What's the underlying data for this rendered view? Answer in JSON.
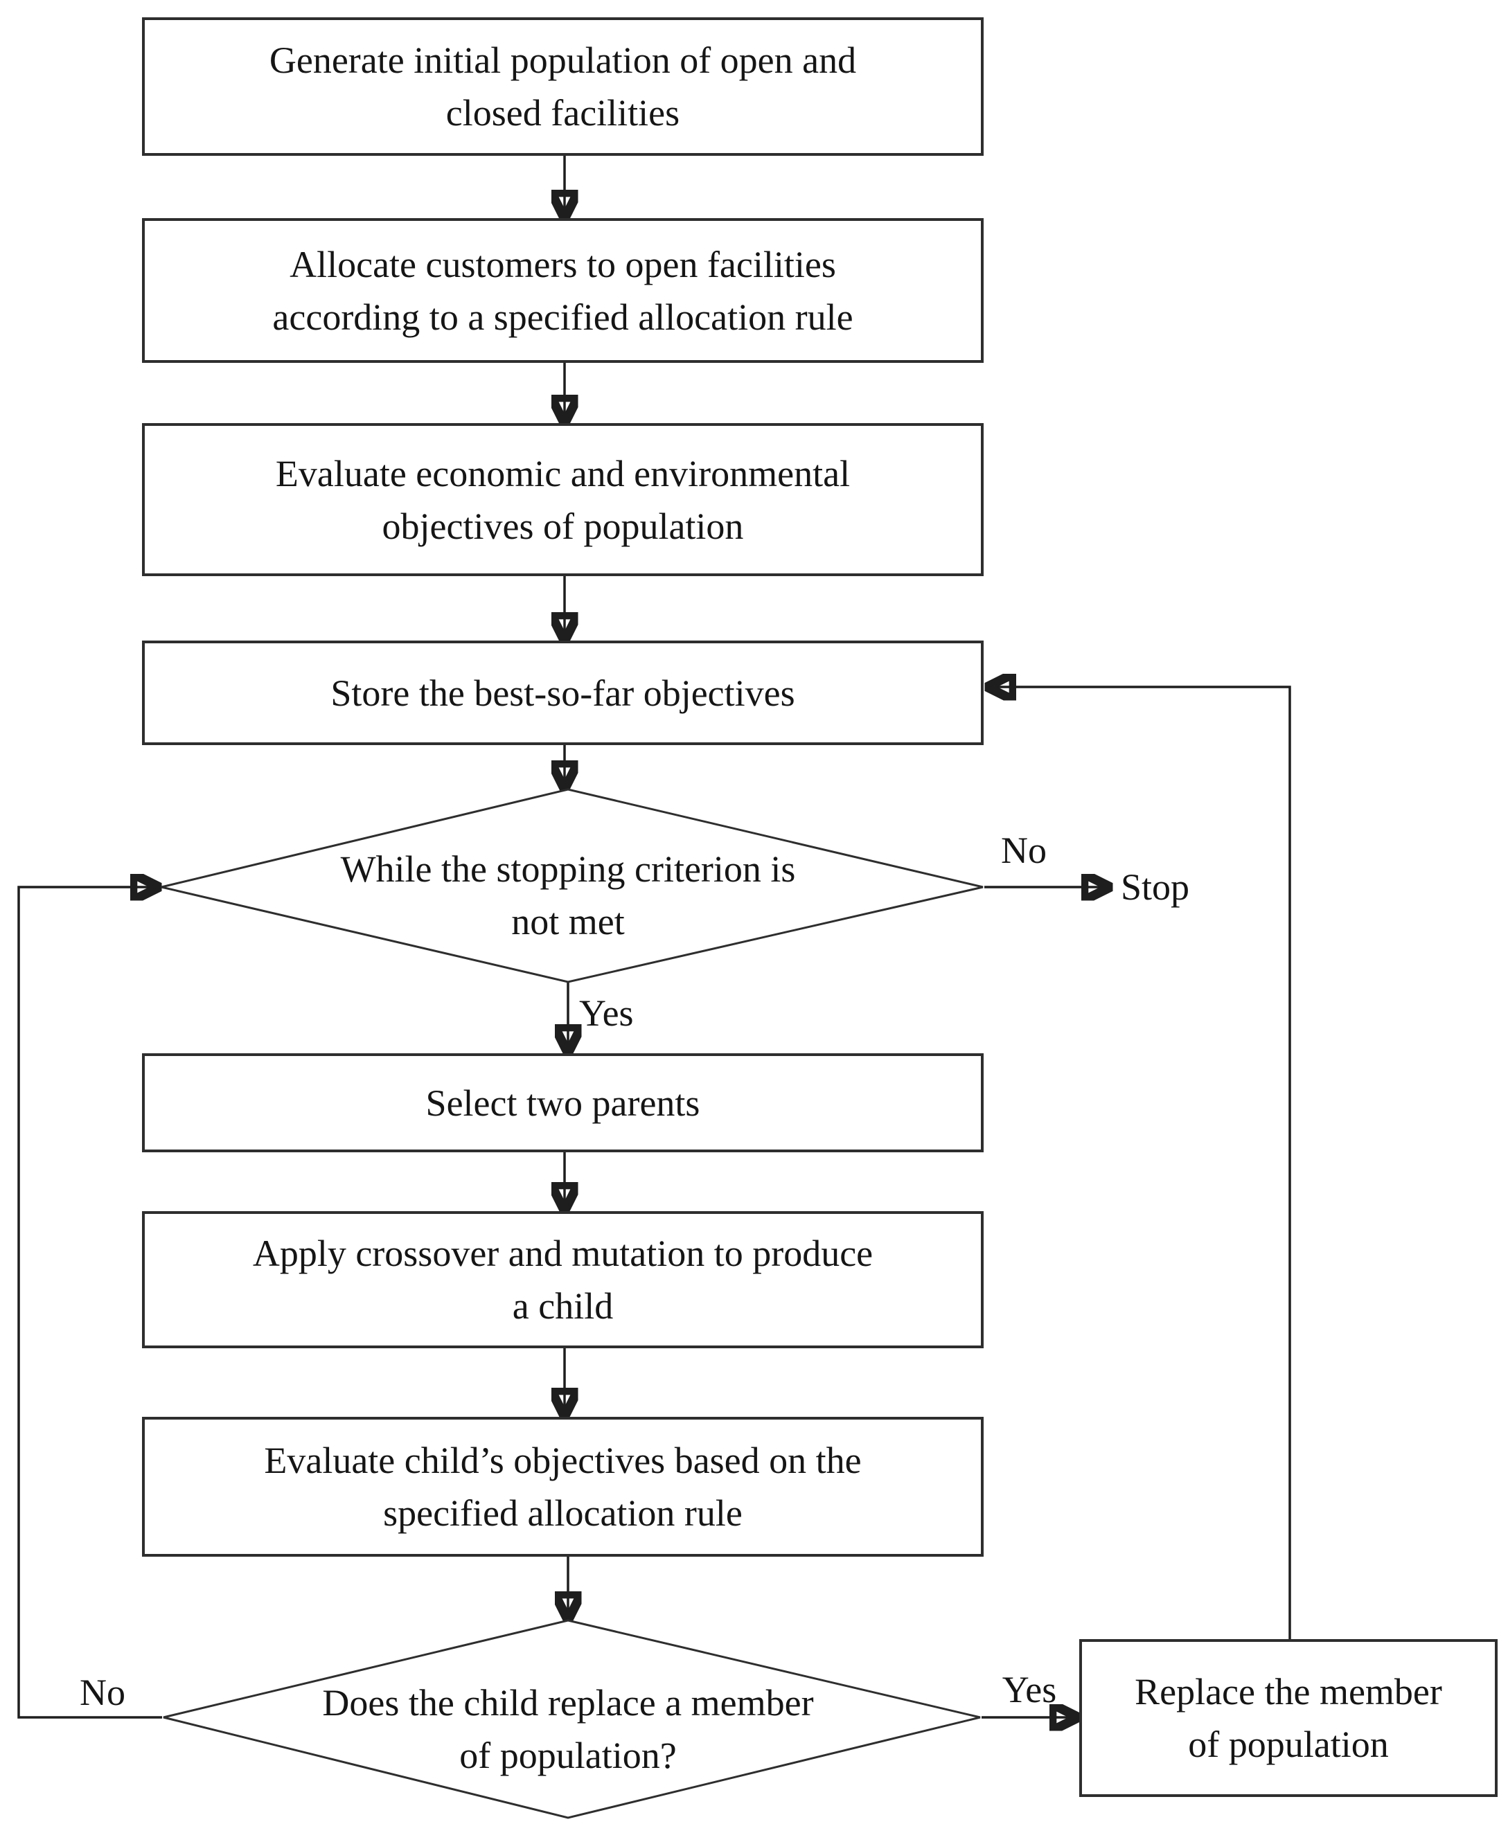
{
  "canvas": {
    "background": "#ffffff",
    "ink": "#1e1e1e"
  },
  "nodes": {
    "generate_population": {
      "type": "process",
      "label": "Generate initial population of open and\nclosed facilities"
    },
    "allocate_customers": {
      "type": "process",
      "label": "Allocate customers to open facilities\naccording to a specified allocation rule"
    },
    "evaluate_population": {
      "type": "process",
      "label": "Evaluate economic and environmental\nobjectives of population"
    },
    "store_best": {
      "type": "process",
      "label": "Store the best-so-far objectives"
    },
    "stopping_criterion": {
      "type": "decision",
      "label": "While the stopping criterion is\nnot met"
    },
    "select_parents": {
      "type": "process",
      "label": "Select two parents"
    },
    "crossover_mutation": {
      "type": "process",
      "label": "Apply crossover and mutation to produce\na child"
    },
    "evaluate_child": {
      "type": "process",
      "label": "Evaluate child’s objectives based on the\nspecified allocation rule"
    },
    "replace_member": {
      "type": "process",
      "label": "Replace the member\nof population"
    },
    "stop": {
      "type": "terminal",
      "label": "Stop"
    }
  },
  "edge_labels": {
    "stopping_no": "No",
    "stopping_yes": "Yes",
    "replace_yes": "Yes",
    "replace_no": "No"
  }
}
